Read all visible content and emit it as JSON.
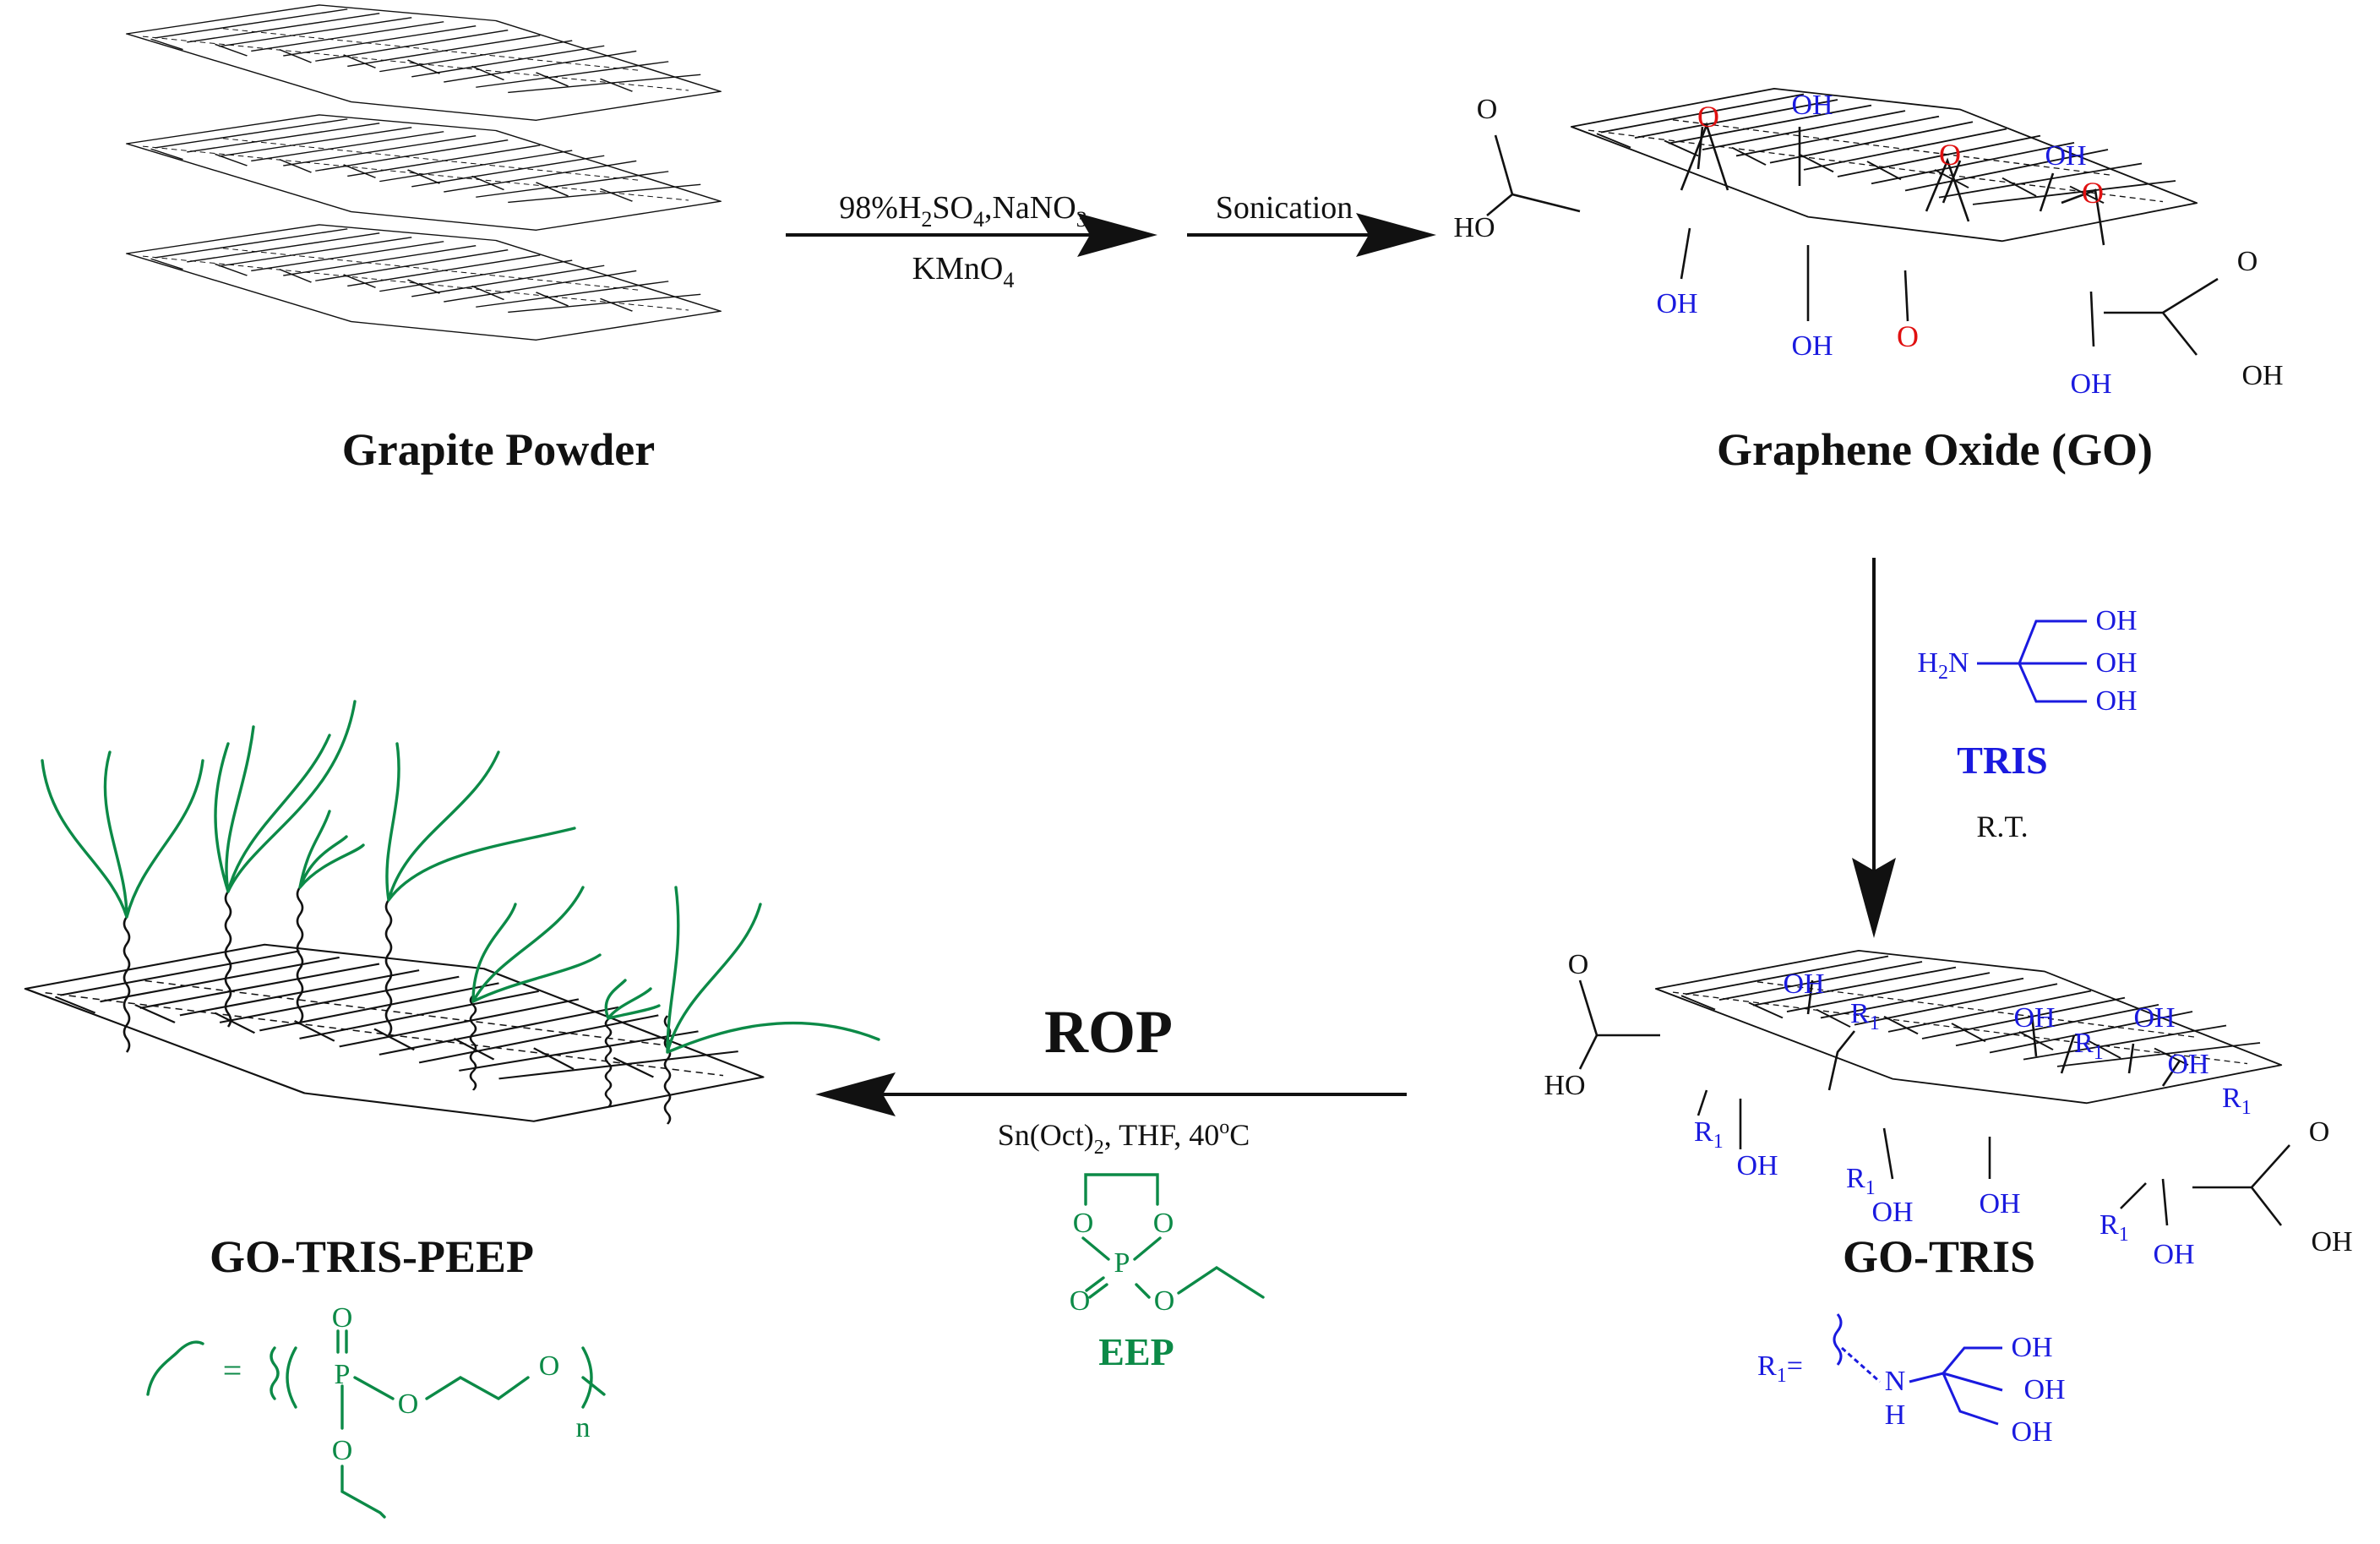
{
  "title_graphite": "Grapite Powder",
  "title_go": "Graphene Oxide (GO)",
  "title_gotris": "GO-TRIS",
  "title_gotrispeep": "GO-TRIS-PEEP",
  "step1": {
    "reagent_line1_parts": [
      "98%H",
      "2",
      "SO",
      "4",
      ",NaNO",
      "3"
    ],
    "reagent_line2_parts": [
      "KMnO",
      "4"
    ]
  },
  "step2": {
    "label": "Sonication"
  },
  "step3": {
    "reagent_name": "TRIS",
    "condition": "R.T."
  },
  "step4": {
    "label": "ROP",
    "condition_parts": [
      "Sn(Oct)",
      "2",
      ", THF, 40",
      "o",
      "C"
    ],
    "monomer_name": "EEP"
  },
  "groups": {
    "oh": "OH",
    "ho": "HO",
    "o": "O",
    "h2n_parts": [
      "H",
      "2",
      "N"
    ],
    "r1": "R",
    "r1_sub": "1",
    "r1_def": "R",
    "r1_def_eq": "=",
    "n": "N",
    "h": "H",
    "p": "P",
    "eq": "=",
    "repeat_n": "n"
  },
  "colors": {
    "black": "#111111",
    "blue": "#1a1adf",
    "red": "#e01010",
    "green": "#0c8a47"
  }
}
